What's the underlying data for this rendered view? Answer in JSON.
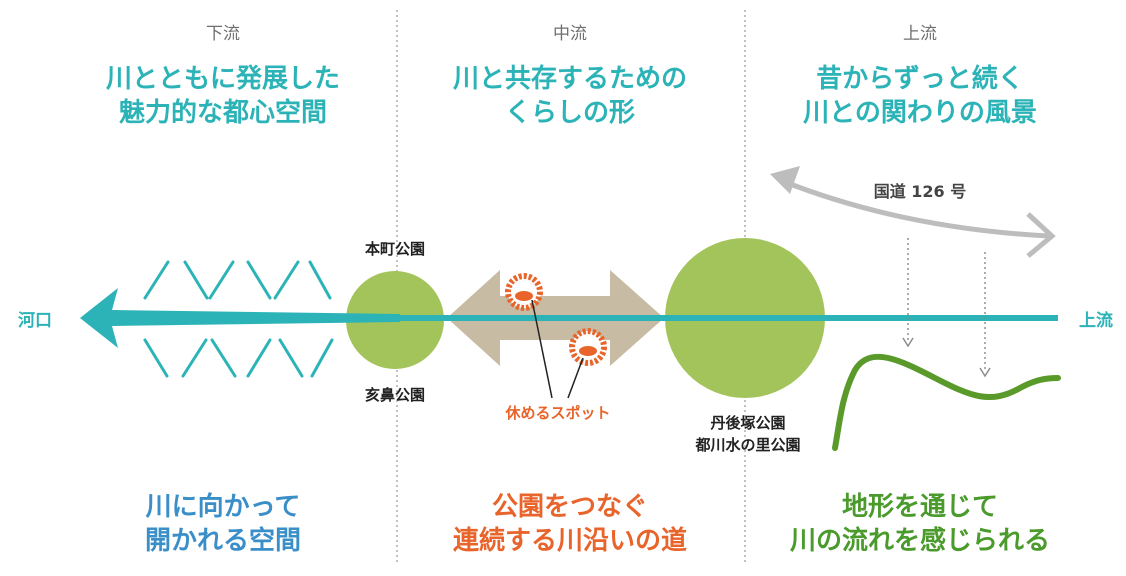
{
  "sections": [
    {
      "key": "downstream",
      "label": "下流",
      "heading": "川とともに発展した\n魅力的な都心空間",
      "footer": "川に向かって\n開かれる空間"
    },
    {
      "key": "midstream",
      "label": "中流",
      "heading": "川と共存するための\nくらしの形",
      "footer": "公園をつなぐ\n連続する川沿いの道"
    },
    {
      "key": "upstream",
      "label": "上流",
      "heading": "昔からずっと続く\n川との関わりの風景",
      "footer": "地形を通じて\n川の流れを感じられる"
    }
  ],
  "river": {
    "left_label": "河口",
    "right_label": "上流"
  },
  "parks": {
    "motomachi": "本町公園",
    "gaibi": "亥鼻公園",
    "tangozuka": "丹後塚公園\n都川水の里公園"
  },
  "rest_spot_label": "休めるスポット",
  "route_label": "国道 126 号",
  "colors": {
    "river": "#2bb3b7",
    "heading": "#2bb3b7",
    "downstream_footer": "#3a8fc9",
    "midstream_footer": "#e8642a",
    "upstream_footer": "#4a9a2c",
    "park": "#a3c45b",
    "terrain": "#5a9a2a",
    "path_arrow": "#c7bba3",
    "route_arrow": "#bdbdbd",
    "rest_spot": "#e8642a"
  }
}
